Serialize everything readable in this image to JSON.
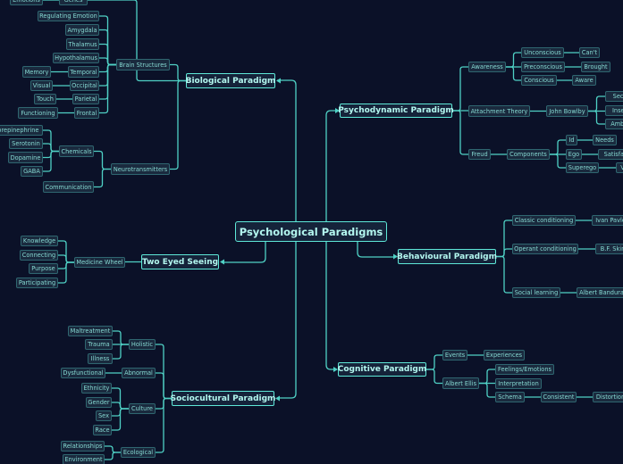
{
  "title": "Psychological Paradigms",
  "colors": {
    "background": "#0b1128",
    "line": "#4fd1c5",
    "node_fill": "#1a2a3e",
    "node_border": "#2f6670",
    "text": "#86d9d2",
    "main_border": "#5ee8d8"
  },
  "branches": [
    {
      "label": "Biological Paradigm",
      "children": [
        {
          "label": "Genes",
          "children": [
            {
              "label": "Emotions"
            }
          ]
        },
        {
          "label": "Brain Structures",
          "children": [
            {
              "label": "Regulating Emotion"
            },
            {
              "label": "Amygdala"
            },
            {
              "label": "Thalamus"
            },
            {
              "label": "Hypothalamus"
            },
            {
              "label": "Temporal",
              "children": [
                {
                  "label": "Memory"
                }
              ]
            },
            {
              "label": "Occipital",
              "children": [
                {
                  "label": "Visual"
                }
              ]
            },
            {
              "label": "Parietal",
              "children": [
                {
                  "label": "Touch"
                }
              ]
            },
            {
              "label": "Frontal",
              "children": [
                {
                  "label": "Functioning"
                }
              ]
            }
          ]
        },
        {
          "label": "Neurotransmitters",
          "children": [
            {
              "label": "Chemicals",
              "children": [
                {
                  "label": "Norepinephrine"
                },
                {
                  "label": "Serotonin"
                },
                {
                  "label": "Dopamine"
                },
                {
                  "label": "GABA"
                }
              ]
            },
            {
              "label": "Communication"
            }
          ]
        }
      ]
    },
    {
      "label": "Psychodynamic Paradigm",
      "children": [
        {
          "label": "Awareness",
          "children": [
            {
              "label": "Unconscious",
              "children": [
                {
                  "label": "Can't"
                }
              ]
            },
            {
              "label": "Preconscious",
              "children": [
                {
                  "label": "Brought"
                }
              ]
            },
            {
              "label": "Conscious",
              "children": [
                {
                  "label": "Aware"
                }
              ]
            }
          ]
        },
        {
          "label": "Attachment Theory",
          "children": [
            {
              "label": "John Bowlby",
              "children": [
                {
                  "label": "Secure"
                },
                {
                  "label": "Insecure"
                },
                {
                  "label": "Ambivalent"
                }
              ]
            }
          ]
        },
        {
          "label": "Freud",
          "children": [
            {
              "label": "Components",
              "children": [
                {
                  "label": "Id",
                  "children": [
                    {
                      "label": "Needs"
                    }
                  ]
                },
                {
                  "label": "Ego",
                  "children": [
                    {
                      "label": "Satisfaction"
                    }
                  ]
                },
                {
                  "label": "Superego",
                  "children": [
                    {
                      "label": "Values"
                    }
                  ]
                }
              ]
            }
          ]
        }
      ]
    },
    {
      "label": "Behavioural Paradigm",
      "children": [
        {
          "label": "Classic conditioning",
          "children": [
            {
              "label": "Ivan Pavlov"
            }
          ]
        },
        {
          "label": "Operant conditioning",
          "children": [
            {
              "label": "B.F. Skinner"
            }
          ]
        },
        {
          "label": "Social learning",
          "children": [
            {
              "label": "Albert Bandura"
            }
          ]
        }
      ]
    },
    {
      "label": "Cognitive Paradigm",
      "children": [
        {
          "label": "Events",
          "children": [
            {
              "label": "Experiences"
            }
          ]
        },
        {
          "label": "Albert Ellis",
          "children": [
            {
              "label": "Feelings/Emotions"
            },
            {
              "label": "Interpretation"
            },
            {
              "label": "Schema",
              "children": [
                {
                  "label": "Consistent",
                  "children": [
                    {
                      "label": "Distortion"
                    }
                  ]
                }
              ]
            }
          ]
        }
      ]
    },
    {
      "label": "Two Eyed Seeing",
      "children": [
        {
          "label": "Medicine Wheel",
          "children": [
            {
              "label": "Knowledge"
            },
            {
              "label": "Connecting"
            },
            {
              "label": "Purpose"
            },
            {
              "label": "Participating"
            }
          ]
        }
      ]
    },
    {
      "label": "Sociocultural Paradigm",
      "children": [
        {
          "label": "Holistic",
          "children": [
            {
              "label": "Maltreatment"
            },
            {
              "label": "Trauma"
            },
            {
              "label": "Illness"
            }
          ]
        },
        {
          "label": "Abnormal",
          "children": [
            {
              "label": "Dysfunctional"
            }
          ]
        },
        {
          "label": "Culture",
          "children": [
            {
              "label": "Ethnicity"
            },
            {
              "label": "Gender"
            },
            {
              "label": "Sex"
            },
            {
              "label": "Race"
            }
          ]
        },
        {
          "label": "Ecological",
          "children": [
            {
              "label": "Relationships"
            },
            {
              "label": "Environment"
            }
          ]
        }
      ]
    }
  ]
}
